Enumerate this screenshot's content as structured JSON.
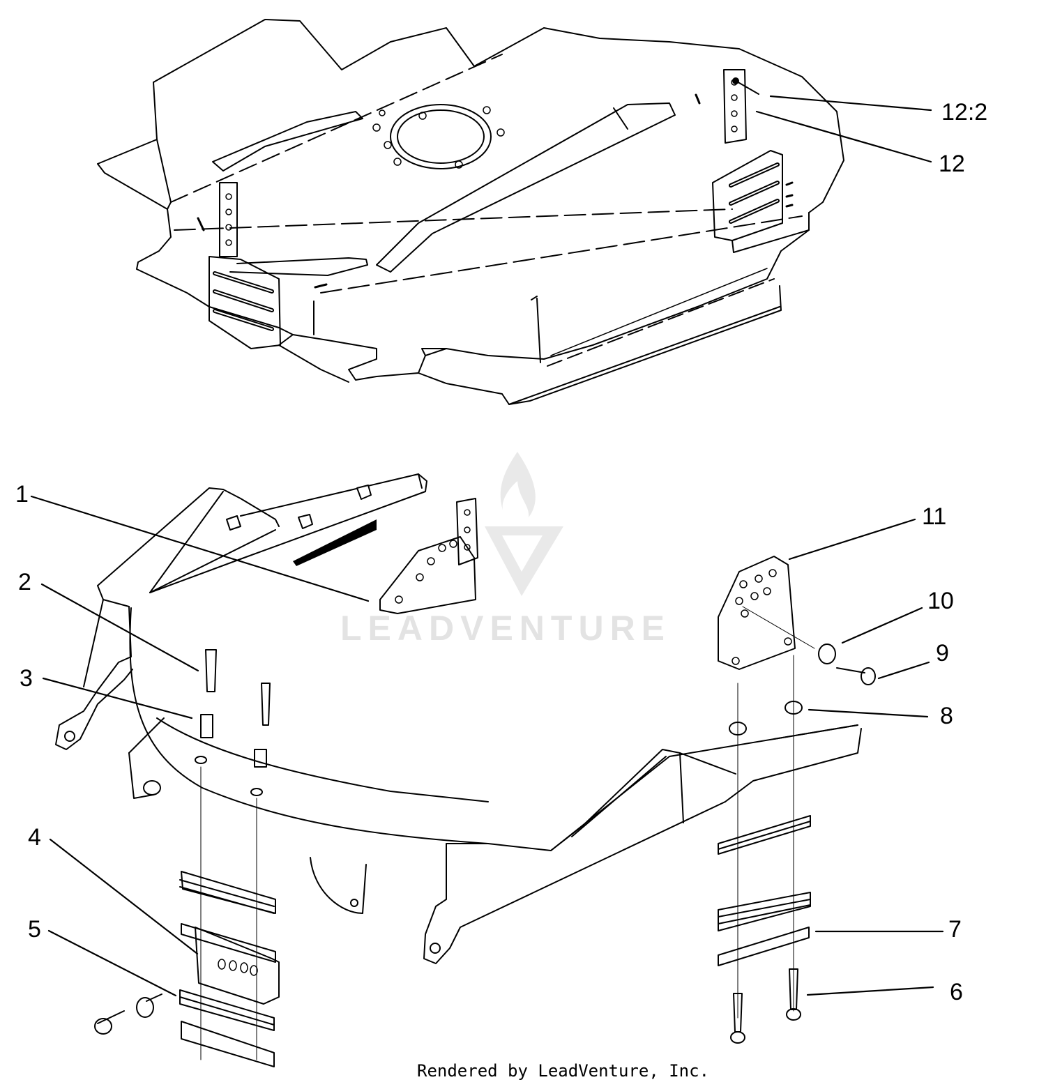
{
  "watermark": {
    "brand": "LEADVENTURE",
    "icon": "flame-v-logo-icon"
  },
  "credit": "Rendered by LeadVenture, Inc.",
  "callouts": [
    "1",
    "2",
    "3",
    "4",
    "5",
    "6",
    "7",
    "8",
    "9",
    "10",
    "11",
    "12",
    "12:2"
  ]
}
